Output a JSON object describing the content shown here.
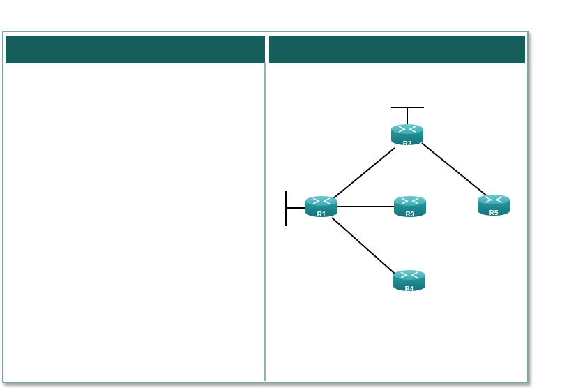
{
  "table": {
    "left_header": "",
    "right_header": ""
  },
  "routers": [
    {
      "id": "R1",
      "label": "R1"
    },
    {
      "id": "R2",
      "label": "R2"
    },
    {
      "id": "R3",
      "label": "R3"
    },
    {
      "id": "R4",
      "label": "R4"
    },
    {
      "id": "R5",
      "label": "R5"
    }
  ],
  "links": [
    {
      "from": "R1",
      "to": "R2"
    },
    {
      "from": "R1",
      "to": "R3"
    },
    {
      "from": "R1",
      "to": "R4"
    },
    {
      "from": "R2",
      "to": "R5"
    }
  ],
  "colors": {
    "header": "#155e5b",
    "router_body": "#1f8f96",
    "router_top": "#4cb7bd",
    "link": "#000000"
  }
}
